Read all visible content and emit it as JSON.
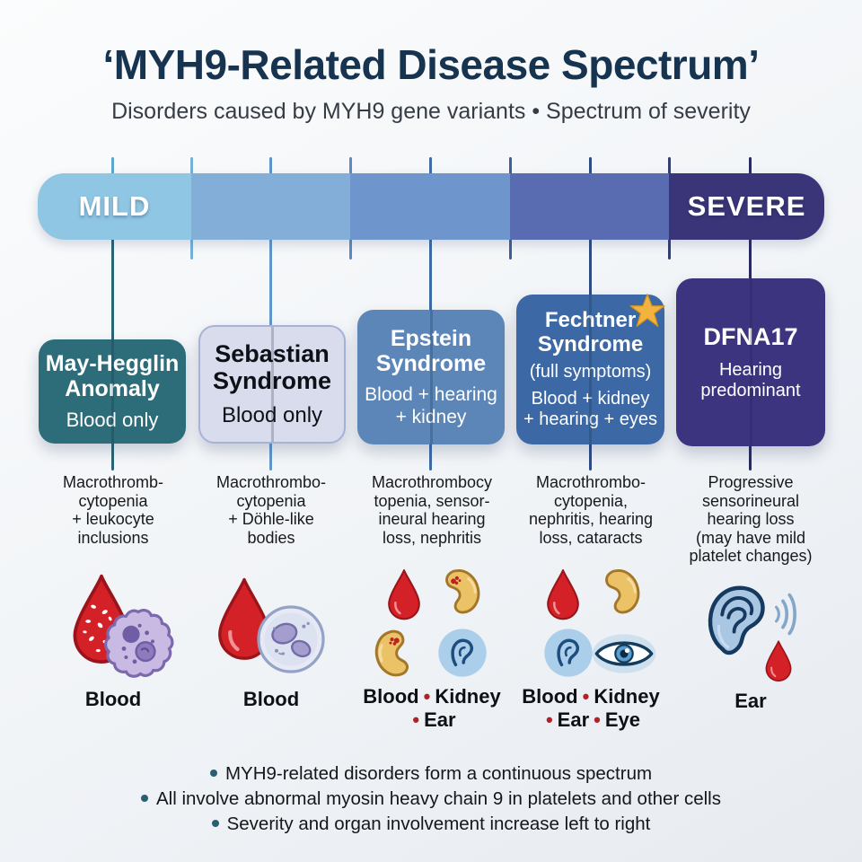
{
  "header": {
    "title": "‘MYH9-Related Disease Spectrum’",
    "subtitle": "Disorders caused by MYH9 gene variants • Spectrum of severity"
  },
  "glyphs": {
    "dot": "•"
  },
  "spectrum": {
    "mild_label": "MILD",
    "severe_label": "SEVERE",
    "segment_colors": [
      "#8fc6e3",
      "#83aed8",
      "#6f95cd",
      "#5a6cb1",
      "#3a3478"
    ]
  },
  "columns": [
    {
      "name": "May-Hegglin Anomaly",
      "subtitle": "Blood only",
      "description": "Macrothromb-\ncytopenia\n+ leukocyte\ninclusions",
      "organs": [
        "Blood"
      ],
      "icons": [
        "blood-drop-speckled",
        "leukocyte-with-inclusions"
      ],
      "box_color": "#2d6c79"
    },
    {
      "name": "Sebastian Syndrome",
      "subtitle": "Blood only",
      "description": "Macrothrombo-\ncytopenia\n+ Döhle-like\nbodies",
      "organs": [
        "Blood"
      ],
      "icons": [
        "blood-drop",
        "white-blood-cell-with-dohle-bodies"
      ],
      "box_color": "#d9dcec"
    },
    {
      "name": "Epstein Syndrome",
      "subtitle": "Blood + hearing\n+ kidney",
      "description": "Macrothrombocy\ntopenia, sensor-\nineural hearing\nloss, nephritis",
      "organs": [
        "Blood",
        "Kidney",
        "Ear"
      ],
      "icons": [
        "blood-drop",
        "kidney-with-nephritis",
        "kidney-with-nephritis",
        "ear-in-circle"
      ],
      "box_color": "#5c86b8"
    },
    {
      "name": "Fechtner Syndrome",
      "tag": "(full symptoms)",
      "subtitle": "Blood + kidney\n+ hearing + eyes",
      "description": "Macrothrombo-\ncytopenia,\nnephritis, hearing\nloss, cataracts",
      "organs": [
        "Blood",
        "Kidney",
        "Ear",
        "Eye"
      ],
      "icons": [
        "blood-drop",
        "kidney",
        "ear-in-circle",
        "eye"
      ],
      "box_color": "#3c68a6",
      "star": "severity-marker-star"
    },
    {
      "name": "DFNA17",
      "subtitle": "Hearing\npredominant",
      "description": "Progressive\nsensorineural\nhearing loss\n(may have mild\nplatelet changes)",
      "organs": [
        "Ear"
      ],
      "icons": [
        "ear-with-sound-waves",
        "blood-drop"
      ],
      "box_color": "#3d3480"
    }
  ],
  "footer": {
    "bullets": [
      "MYH9-related disorders form a continuous spectrum",
      "All involve abnormal myosin heavy chain 9 in platelets and other cells",
      "Severity and organ involvement increase left to right"
    ],
    "bullet_color": "#2a5e72"
  },
  "colors": {
    "title": "#16334f",
    "subtitle": "#363c46",
    "organ_dot": "#b32025",
    "star": "#f2b340"
  }
}
